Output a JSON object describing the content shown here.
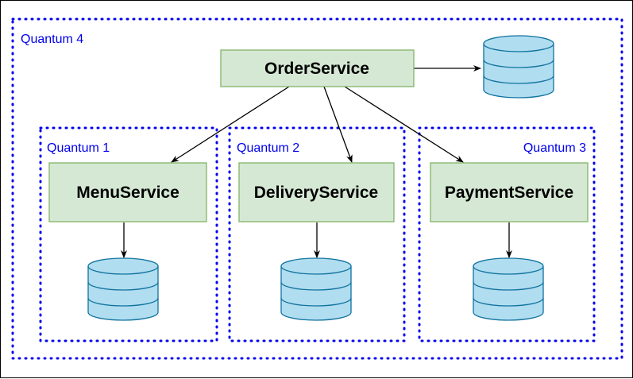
{
  "colors": {
    "quantum_border": "#0000ee",
    "quantum_text": "#0000ee",
    "service_fill": "#d5e8d4",
    "service_stroke": "#82b366",
    "db_fill": "#b1ddf0",
    "db_stroke": "#10739e",
    "arrow": "#000000"
  },
  "quanta": {
    "q4": {
      "label": "Quantum 4"
    },
    "q1": {
      "label": "Quantum 1"
    },
    "q2": {
      "label": "Quantum 2"
    },
    "q3": {
      "label": "Quantum 3"
    }
  },
  "services": {
    "order": {
      "label": "OrderService"
    },
    "menu": {
      "label": "MenuService"
    },
    "delivery": {
      "label": "DeliveryService"
    },
    "payment": {
      "label": "PaymentService"
    }
  },
  "icons": {
    "database": "database-icon",
    "arrow": "arrow-icon"
  }
}
